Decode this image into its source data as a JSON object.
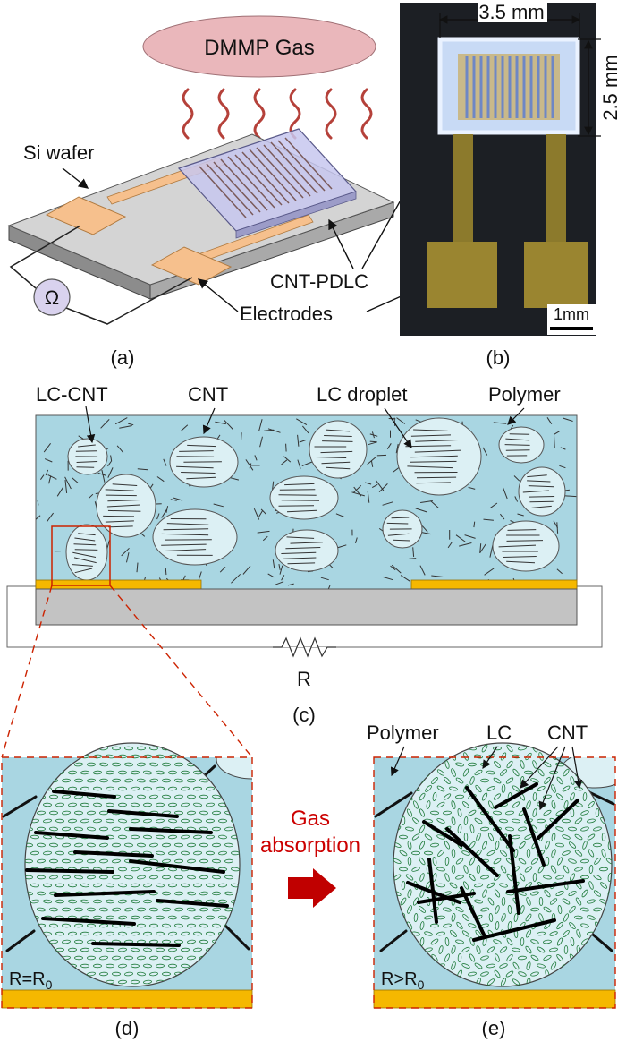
{
  "panel_a": {
    "gas_label": "DMMP Gas",
    "si_wafer_label": "Si wafer",
    "cnt_pdlc_label": "CNT-PDLC",
    "electrodes_label": "Electrodes",
    "ohm_symbol": "Ω",
    "caption": "(a)"
  },
  "panel_b": {
    "width_label": "3.5 mm",
    "height_label": "2.5 mm",
    "scale_label": "1mm",
    "caption": "(b)"
  },
  "panel_c": {
    "lc_cnt_label": "LC-CNT",
    "cnt_label": "CNT",
    "lc_droplet_label": "LC droplet",
    "polymer_label": "Polymer",
    "resistor_label": "R",
    "caption": "(c)"
  },
  "panel_d": {
    "state_base": "R=R",
    "state_sub": "0",
    "caption": "(d)"
  },
  "transition": {
    "line1": "Gas",
    "line2": "absorption"
  },
  "panel_e": {
    "polymer_label": "Polymer",
    "lc_label": "LC",
    "cnt_label": "CNT",
    "state_base": "R>R",
    "state_sub": "0",
    "caption": "(e)"
  },
  "colors": {
    "polymer": "#a9d6e2",
    "droplet": "#dcf0f4",
    "electrode": "#f5b800",
    "gold_pad": "#f6c08d",
    "wafer": "#d4d4d4",
    "highlight": "#cc0000",
    "gas_ellipse": "#eab7bb",
    "gas_wave": "#b5413a"
  }
}
